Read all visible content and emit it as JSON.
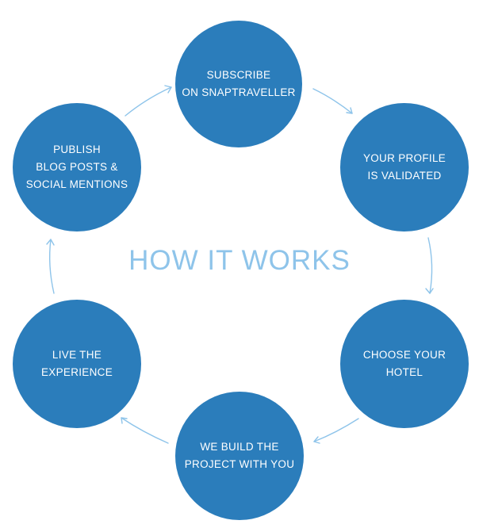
{
  "title": "HOW IT WORKS",
  "colors": {
    "circle": "#2b7dbb",
    "arrow": "#8ec4ea",
    "title": "#8ec4ea",
    "text": "#ffffff"
  },
  "steps": [
    {
      "lines": [
        "SUBSCRIBE",
        "ON SNAPTRAVELLER"
      ]
    },
    {
      "lines": [
        "YOUR PROFILE",
        "IS VALIDATED"
      ]
    },
    {
      "lines": [
        "CHOOSE YOUR",
        "HOTEL"
      ]
    },
    {
      "lines": [
        "WE BUILD THE",
        "PROJECT WITH YOU"
      ]
    },
    {
      "lines": [
        "LIVE THE",
        "EXPERIENCE"
      ]
    },
    {
      "lines": [
        "PUBLISH",
        "BLOG POSTS &",
        "SOCIAL MENTIONS"
      ]
    }
  ]
}
